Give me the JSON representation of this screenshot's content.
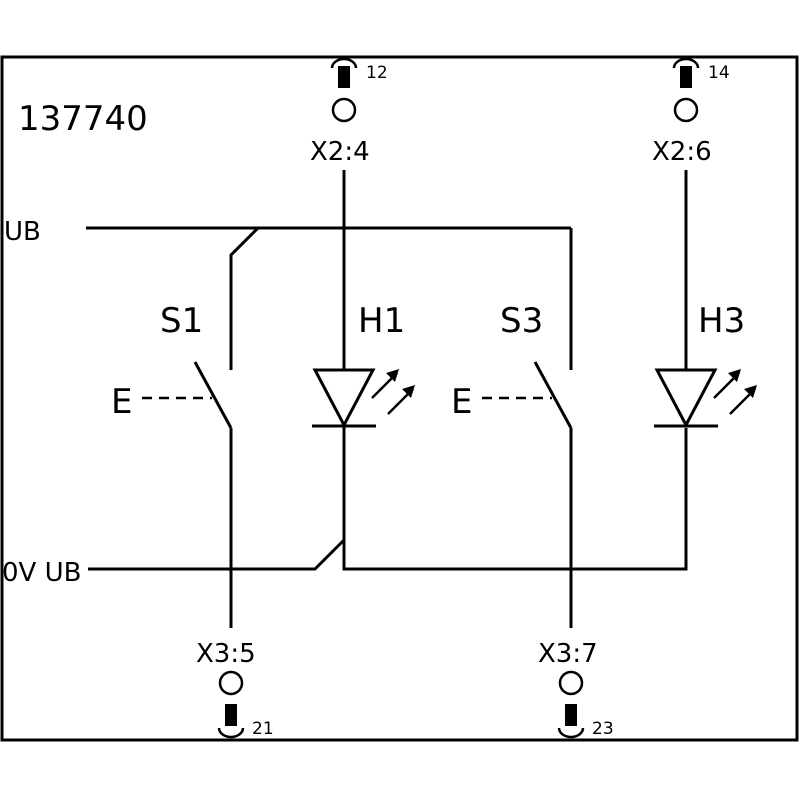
{
  "title": "137740",
  "rails": {
    "ub": "UB",
    "zero_v_ub": "0V UB"
  },
  "components": {
    "s1": "S1",
    "h1": "H1",
    "s3": "S3",
    "h3": "H3",
    "actuator_s1": "E",
    "actuator_s3": "E"
  },
  "terminals": {
    "top_left": {
      "label": "X2:4",
      "pin": "12"
    },
    "top_right": {
      "label": "X2:6",
      "pin": "14"
    },
    "bottom_left": {
      "label": "X3:5",
      "pin": "21"
    },
    "bottom_right": {
      "label": "X3:7",
      "pin": "23"
    }
  }
}
